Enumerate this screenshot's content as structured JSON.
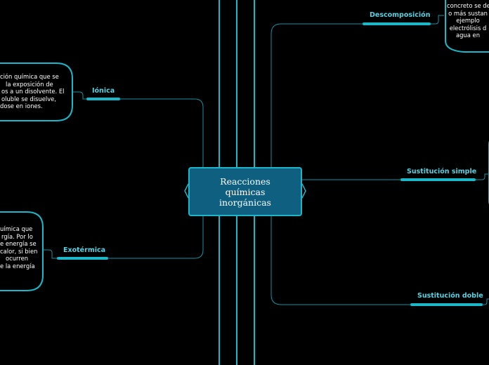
{
  "central_topic": "Reacciones\nquímicas\ninorgánicas",
  "branches": [
    {
      "id": "ionica",
      "label": "Iónica",
      "note": [
        "ción química que se",
        "la exposición de",
        "os a un disolvente. El",
        "oluble se disuelve,",
        "dose en iones."
      ]
    },
    {
      "id": "exotermica",
      "label": "Exotérmica",
      "note": [
        "uímica que",
        "rgía. Por lo",
        "e energía se",
        "calor, si bien",
        "ocurren",
        "e la energía"
      ]
    },
    {
      "id": "descomposicion",
      "label": "Descomposición",
      "note": [
        "concreto se de",
        "o más sustan",
        "ejemplo",
        "electrólisis d",
        "agua en"
      ]
    },
    {
      "id": "sustitucion-simple",
      "label": "Sustitución simple",
      "note": []
    },
    {
      "id": "sustitucion-doble",
      "label": "Sustitución doble",
      "note": []
    }
  ],
  "colors": {
    "background": "#000000",
    "accent": "#1ab8c8",
    "accent_text": "#5ad0e0",
    "line": "#1a8fa0",
    "center_fill": "#0e5f80"
  }
}
